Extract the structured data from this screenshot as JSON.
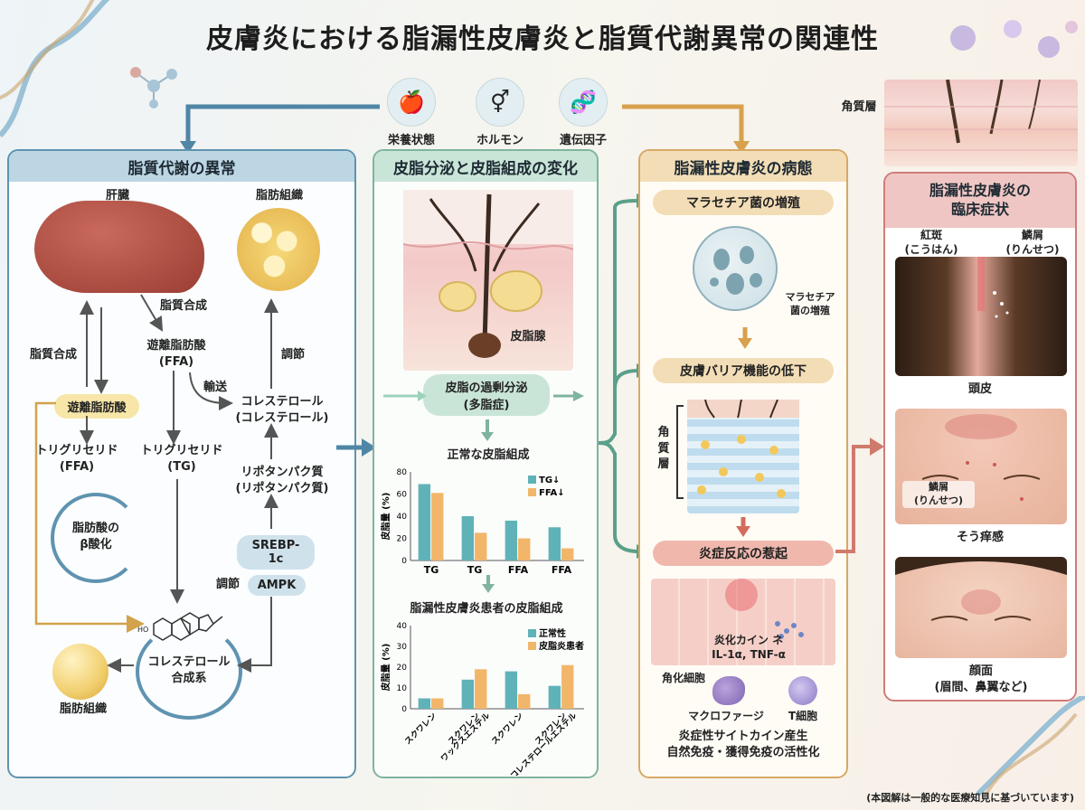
{
  "title": "皮膚炎における脂漏性皮膚炎と脂質代謝異常の関連性",
  "factors": [
    {
      "label": "栄養状態",
      "icon": "nutrition-icon"
    },
    {
      "label": "ホルモン",
      "icon": "hormone-icon"
    },
    {
      "label": "遺伝因子",
      "icon": "dna-icon"
    }
  ],
  "top_skin_label": "角質層",
  "panel1": {
    "header": "脂質代謝の異常",
    "liver": "肝臓",
    "adipose": "脂肪組織",
    "lipid_synthesis_1": "脂質合成",
    "lipid_synthesis_2": "脂質合成",
    "ffa": "遊離脂肪酸\n(FFA)",
    "transport": "輸送",
    "regulation_1": "調節",
    "cholesterol": "コレステロール\n(コレステロール)",
    "free_fa_tag": "遊離脂肪酸",
    "tg_ffa": "トリグリセリド\n(FFA)",
    "tg_tg": "トリグリセリド\n(TG)",
    "lipoprotein": "リポタンパク質\n(リポタンパク質)",
    "beta_ox": "脂肪酸の\nβ酸化",
    "srebp": "SREBP-1c",
    "regulation_2": "調節",
    "ampk": "AMPK",
    "ho": "HO",
    "chol_synth": "コレステロール\n合成系",
    "adipose_bottom": "脂肪組織"
  },
  "panel2": {
    "header": "皮脂分泌と皮脂組成の変化",
    "sebaceous": "皮脂腺",
    "oversecretion": "皮脂の過剰分泌\n(多脂症)",
    "normal_title": "正常な皮脂組成",
    "patient_title": "脂漏性皮膚炎患者の皮脂組成"
  },
  "chart_data": [
    {
      "type": "bar",
      "title": "正常な皮脂組成",
      "ylabel": "皮脂量 (%)",
      "ylim": [
        0,
        80
      ],
      "yticks": [
        0,
        20,
        40,
        60,
        80
      ],
      "categories": [
        "TG",
        "TG",
        "FFA",
        "FFA"
      ],
      "series": [
        {
          "name": "TG↓",
          "color": "#5fb3b8",
          "values": [
            69,
            40,
            36,
            30
          ]
        },
        {
          "name": "FFA↓",
          "color": "#f2b66b",
          "values": [
            61,
            25,
            20,
            11
          ]
        }
      ],
      "legend": "top-right"
    },
    {
      "type": "bar",
      "title": "脂漏性皮膚炎患者の皮脂組成",
      "ylabel": "皮脂量 (%)",
      "ylim": [
        0,
        40
      ],
      "yticks": [
        0,
        10,
        20,
        30,
        40
      ],
      "categories": [
        "スクワレン",
        "スクワレン\nワックスエステル",
        "スクワレン",
        "スクワレン\nコレステロールエステル"
      ],
      "series": [
        {
          "name": "正常性",
          "color": "#5fb3b8",
          "values": [
            5,
            14,
            18,
            11
          ]
        },
        {
          "name": "皮脂炎患者",
          "color": "#f2b66b",
          "values": [
            5,
            19,
            7,
            21
          ]
        }
      ],
      "legend": "top-right"
    }
  ],
  "panel3": {
    "header": "脂漏性皮膚炎の病態",
    "malassezia": "マラセチア菌の増殖",
    "malassezia_caption": "マラセチア\n菌の増殖",
    "barrier": "皮膚バリア機能の低下",
    "stratum": "角\n質\n層",
    "inflammation": "炎症反応の惹起",
    "cytokines": "炎化カイン ネ\nIL-1α, TNF-α",
    "keratinocyte": "角化細胞",
    "macrophage": "マクロファージ",
    "tcell": "T細胞",
    "footer": "炎症性サイトカイン産生\n自然免疫・獲得免疫の活性化"
  },
  "panel4": {
    "header": "脂漏性皮膚炎の\n臨床症状",
    "erythema": "紅斑\n(こうはん)",
    "scale": "鱗屑\n(りんせつ)",
    "scalp": "頭皮",
    "scale2": "鱗屑\n(りんせつ)",
    "itch": "そう痒感",
    "face": "顔面\n(眉間、鼻翼など)"
  },
  "note": "(本図解は一般的な医療知見に基づいています)"
}
